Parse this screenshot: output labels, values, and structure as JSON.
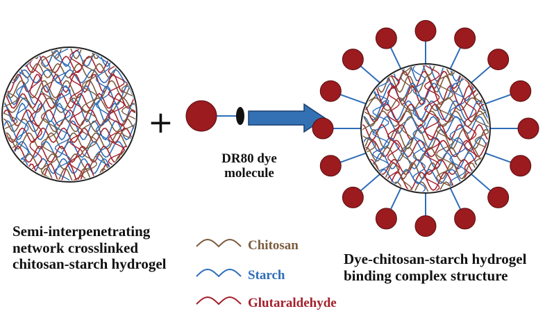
{
  "colors": {
    "chitosan": "#7a5c3e",
    "starch": "#2e6db8",
    "glutaraldehyde": "#a4202b",
    "dye": "#9b1b1f",
    "arrow": "#2f6fae"
  },
  "left_label": {
    "line1": "Semi-interpenetrating",
    "line2": "network crosslinked",
    "line3": "chitosan-starch hydrogel"
  },
  "plus_sign": "+",
  "dye_label": {
    "line1": "DR80 dye",
    "line2": "molecule"
  },
  "right_label": {
    "line1": "Dye-chitosan-starch hydrogel",
    "line2": "binding complex structure"
  },
  "legend": [
    {
      "label": "Chitosan",
      "color": "#7a5c3e"
    },
    {
      "label": "Starch",
      "color": "#2e6db8"
    },
    {
      "label": "Glutaraldehyde",
      "color": "#a4202b"
    }
  ]
}
